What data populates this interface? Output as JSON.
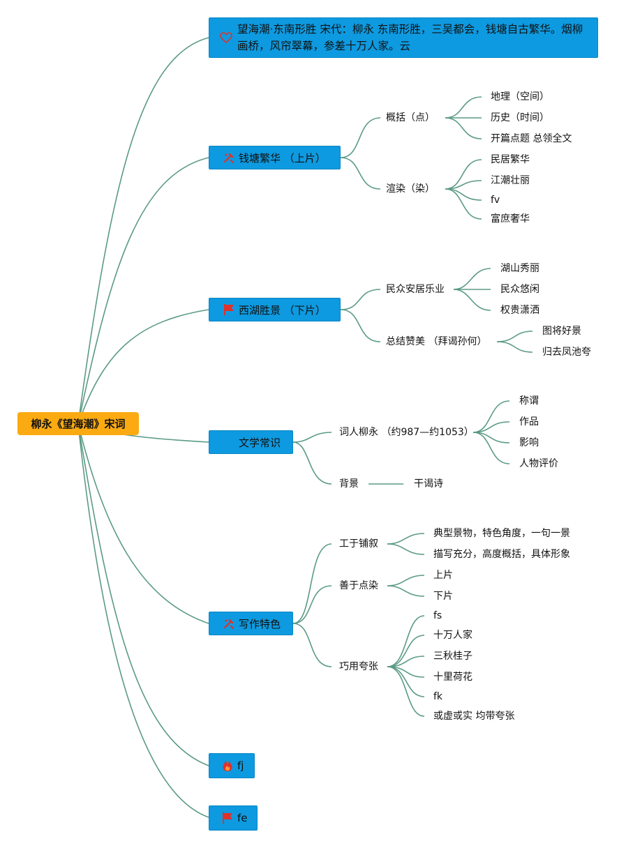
{
  "root": {
    "label": "柳永《望海潮》宋词"
  },
  "branches": [
    {
      "label": "望海潮·东南形胜 宋代：柳永 东南形胜，三吴都会，钱塘自古繁华。烟柳画桥，风帘翠幕，参差十万人家。云",
      "icon": "heart-icon"
    },
    {
      "label": "钱塘繁华 （上片）",
      "icon": "tools-icon",
      "children": [
        {
          "label": "概括（点）",
          "children": [
            "地理（空间）",
            "历史（时间）",
            "开篇点题 总领全文"
          ]
        },
        {
          "label": "渲染（染）",
          "children": [
            "民居繁华",
            "江潮壮丽",
            "fv",
            "富庶奢华"
          ]
        }
      ]
    },
    {
      "label": "西湖胜景 （下片）",
      "icon": "flag-icon",
      "children": [
        {
          "label": "民众安居乐业",
          "children": [
            "湖山秀丽",
            "民众悠闲",
            "权贵潇洒"
          ]
        },
        {
          "label": "总结赞美 （拜谒孙何）",
          "children": [
            "图将好景",
            "归去凤池夸"
          ]
        }
      ]
    },
    {
      "label": "文学常识",
      "icon": "",
      "children": [
        {
          "label": "词人柳永 （约987—约1053）",
          "children": [
            "称谓",
            "作品",
            "影响",
            "人物评价"
          ]
        },
        {
          "label": "背景",
          "children": [
            "干谒诗"
          ]
        }
      ]
    },
    {
      "label": "写作特色",
      "icon": "tools-icon",
      "children": [
        {
          "label": "工于铺叙",
          "children": [
            "典型景物，特色角度，一句一景",
            "描写充分，高度概括，具体形象"
          ]
        },
        {
          "label": "善于点染",
          "children": [
            "上片",
            "下片"
          ]
        },
        {
          "label": "巧用夸张",
          "children": [
            "fs",
            "十万人家",
            "三秋桂子",
            "十里荷花",
            "fk",
            "或虚或实 均带夸张"
          ]
        }
      ]
    },
    {
      "label": "fj",
      "icon": "fire-icon"
    },
    {
      "label": "fe",
      "icon": "flag-icon"
    }
  ],
  "colors": {
    "root_fill": "#fbaa12",
    "branch_fill": "#0e9ae0",
    "connector": "#5b9a86",
    "icon_red": "#e0312a"
  }
}
